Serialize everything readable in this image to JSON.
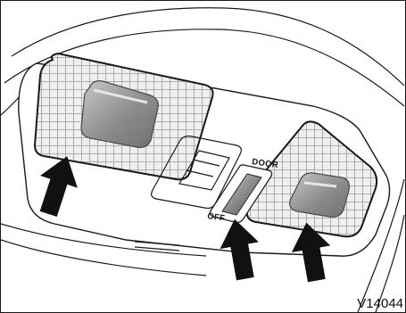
{
  "switch": {
    "door_label": "DOOR",
    "off_label": "OFF"
  },
  "figure": {
    "code": "V14044"
  },
  "colors": {
    "line": "#1a1a1a",
    "grid": "#9a9a9a",
    "lens": "#8a8a8a",
    "arrow": "#111111"
  },
  "icons": [
    "arrow-up-icon"
  ]
}
